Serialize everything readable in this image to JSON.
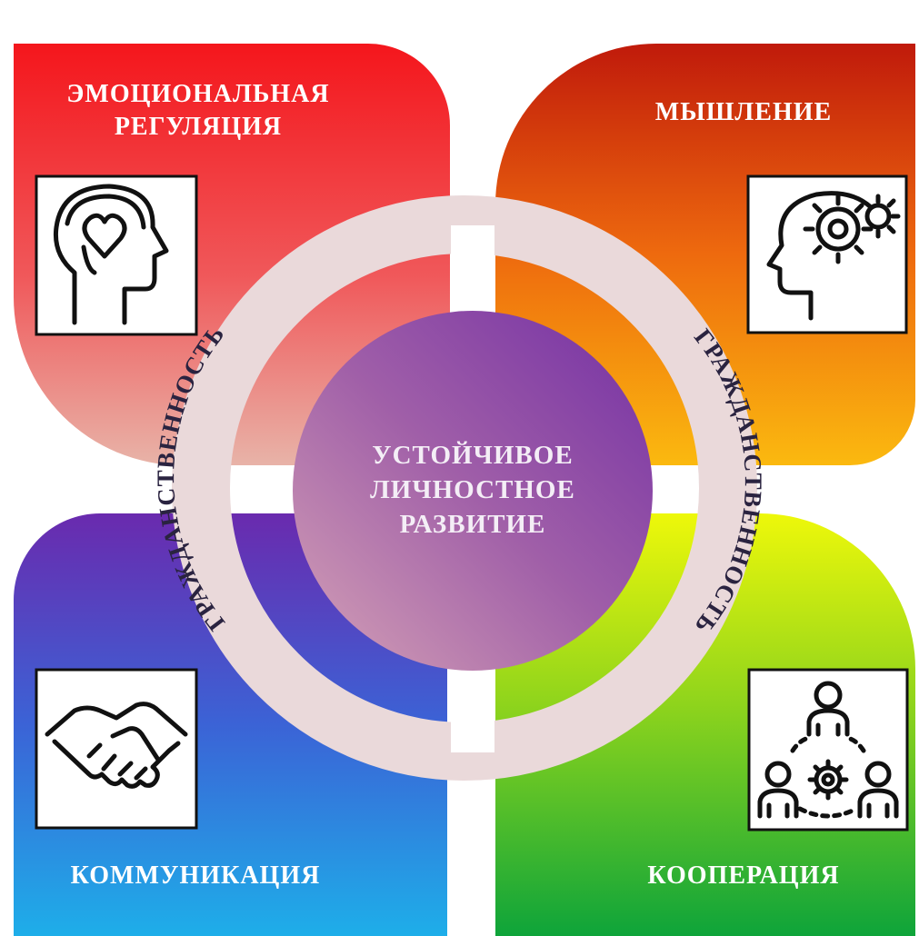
{
  "center": {
    "lines": [
      "УСТОЙЧИВОЕ",
      "ЛИЧНОСТНОЕ",
      "РАЗВИТИЕ"
    ]
  },
  "ring": {
    "left_text": "ГРАЖДАНСТВЕННОСТЬ",
    "right_text": "ГРАЖДАНСТВЕННОСТЬ"
  },
  "quadrants": {
    "top_left": {
      "lines": [
        "ЭМОЦИОНАЛЬНАЯ",
        "РЕГУЛЯЦИЯ"
      ],
      "icon": "head-heart-icon",
      "color_top": "#f4161c",
      "color_bottom": "#e8a99f"
    },
    "top_right": {
      "lines": [
        "МЫШЛЕНИЕ"
      ],
      "icon": "head-gears-icon",
      "color_top": "#c41a0c",
      "color_bottom": "#fbb311"
    },
    "bottom_left": {
      "lines": [
        "КОММУНИКАЦИЯ"
      ],
      "icon": "handshake-icon",
      "color_top": "#6a2cae",
      "color_bottom": "#1ea8e8"
    },
    "bottom_right": {
      "lines": [
        "КООПЕРАЦИЯ"
      ],
      "icon": "team-gear-icon",
      "color_top": "#ecf80a",
      "color_bottom": "#0fa33a"
    }
  }
}
